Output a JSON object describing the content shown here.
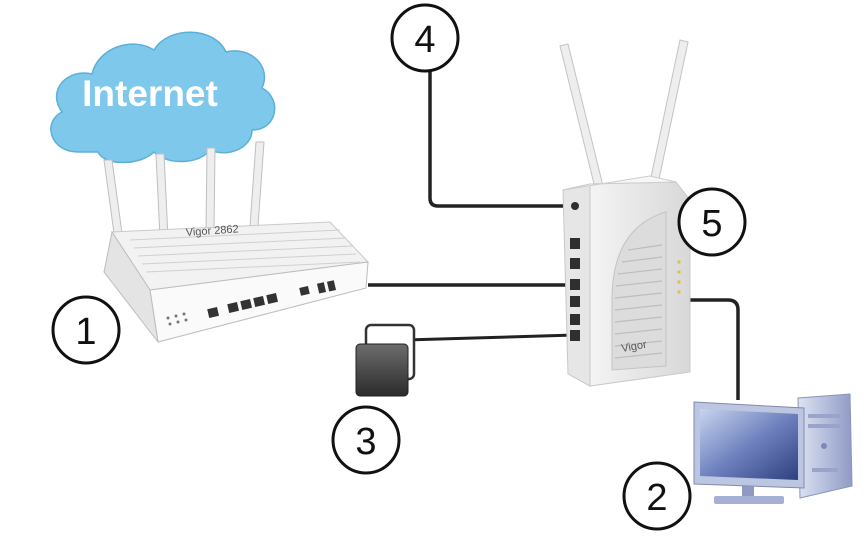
{
  "cloud": {
    "label": "Internet",
    "color": "#7ec8ec"
  },
  "callouts": {
    "router": "1",
    "computer": "2",
    "power_adapter": "3",
    "power_jack": "4",
    "access_point": "5"
  },
  "router": {
    "brand_text": "Vigor 2862"
  },
  "access_point": {
    "brand_text": "Vigor"
  }
}
